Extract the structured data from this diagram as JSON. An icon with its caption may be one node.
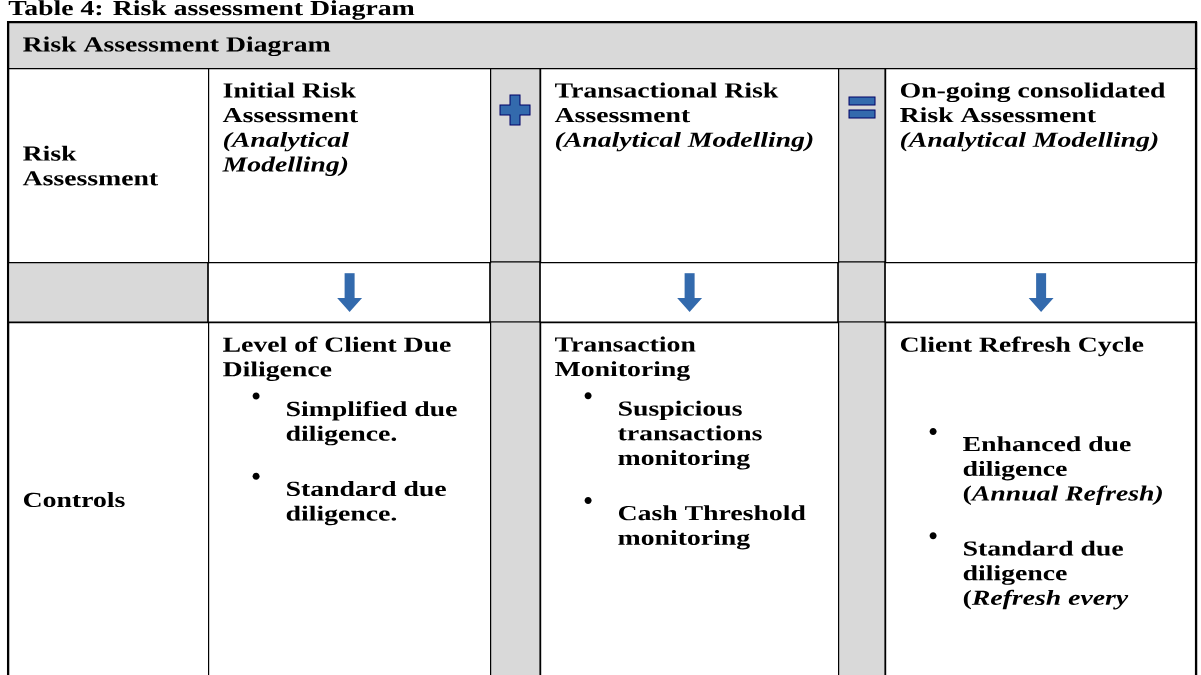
{
  "diagram": {
    "title": "Table 4: Risk assessment Diagram",
    "nodes": [
      {
        "text": [
          "Risk Assessment Diagram"
        ]
      },
      {
        "text": [
          "Risk Assessment"
        ]
      },
      {
        "text": [
          "Initial Risk Assessment",
          "(Analytical Modelling)"
        ]
      },
      {
        "text": [
          "Transactional Risk Assessment",
          "(Analytical Modelling)"
        ]
      },
      {
        "text": [
          "On-going consolidated Risk Assessment",
          "(Analytical Modelling)"
        ]
      },
      {
        "text": [
          "Controls"
        ]
      },
      {
        "text": [
          "Level of Client Due Diligence",
          "Simplified due diligence.",
          "Standard due diligence."
        ]
      },
      {
        "text": [
          "Transaction Monitoring",
          "Suspicious transactions monitoring",
          "Cash Threshold monitoring"
        ]
      },
      {
        "text": [
          "Client Refresh Cycle",
          "Enhanced due diligence (*Annual Refresh)*",
          "Standard due diligence (*Refresh every*"
        ]
      }
    ],
    "edges": [
      {
        "from": 2,
        "to": 6,
        "arrow": "to"
      },
      {
        "from": 3,
        "to": 7,
        "arrow": "to"
      },
      {
        "from": 4,
        "to": 8,
        "arrow": "to"
      }
    ]
  }
}
